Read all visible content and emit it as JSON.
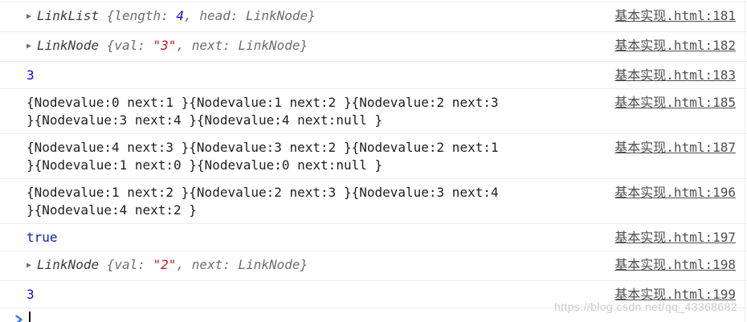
{
  "icons": {
    "expander": "▶"
  },
  "colors": {
    "number_blue": "#1c00cf",
    "string_red": "#c41a16",
    "boolean_blue": "#0d22aa",
    "preview_gray": "#6e6e6e",
    "class_name_gray": "#3c3c3c",
    "link_gray": "#4f4f4f",
    "row_border": "#ececec",
    "prompt_chevron_blue": "#3b78e7",
    "watermark_gray": "#cbcbcb"
  },
  "console": {
    "rows": [
      {
        "kind": "object-preview",
        "class_name": "LinkList",
        "pre": " {length: ",
        "value": "4",
        "value_type": "number",
        "post": ", head: LinkNode}",
        "link": "基本实现.html:181"
      },
      {
        "kind": "object-preview",
        "class_name": "LinkNode",
        "pre": " {val: ",
        "value": "\"3\"",
        "value_type": "string",
        "post": ", next: LinkNode}",
        "link": "基本实现.html:182"
      },
      {
        "kind": "number",
        "text": "3",
        "link": "基本实现.html:183"
      },
      {
        "kind": "plain",
        "text": "{Nodevalue:0 next:1 }{Nodevalue:1 next:2 }{Nodevalue:2 next:3 }{Nodevalue:3 next:4 }{Nodevalue:4 next:null }",
        "link": "基本实现.html:185"
      },
      {
        "kind": "plain",
        "text": "{Nodevalue:4 next:3 }{Nodevalue:3 next:2 }{Nodevalue:2 next:1 }{Nodevalue:1 next:0 }{Nodevalue:0 next:null }",
        "link": "基本实现.html:187"
      },
      {
        "kind": "plain",
        "text": "{Nodevalue:1 next:2 }{Nodevalue:2 next:3 }{Nodevalue:3 next:4 }{Nodevalue:4 next:2 }",
        "link": "基本实现.html:196"
      },
      {
        "kind": "boolean",
        "text": "true",
        "link": "基本实现.html:197"
      },
      {
        "kind": "object-preview",
        "class_name": "LinkNode",
        "pre": " {val: ",
        "value": "\"2\"",
        "value_type": "string",
        "post": ", next: LinkNode}",
        "link": "基本实现.html:198"
      },
      {
        "kind": "number",
        "text": "3",
        "link": "基本实现.html:199"
      }
    ],
    "prompt": {
      "input_value": ""
    }
  },
  "watermark": "https://blog.csdn.net/qq_43368682"
}
